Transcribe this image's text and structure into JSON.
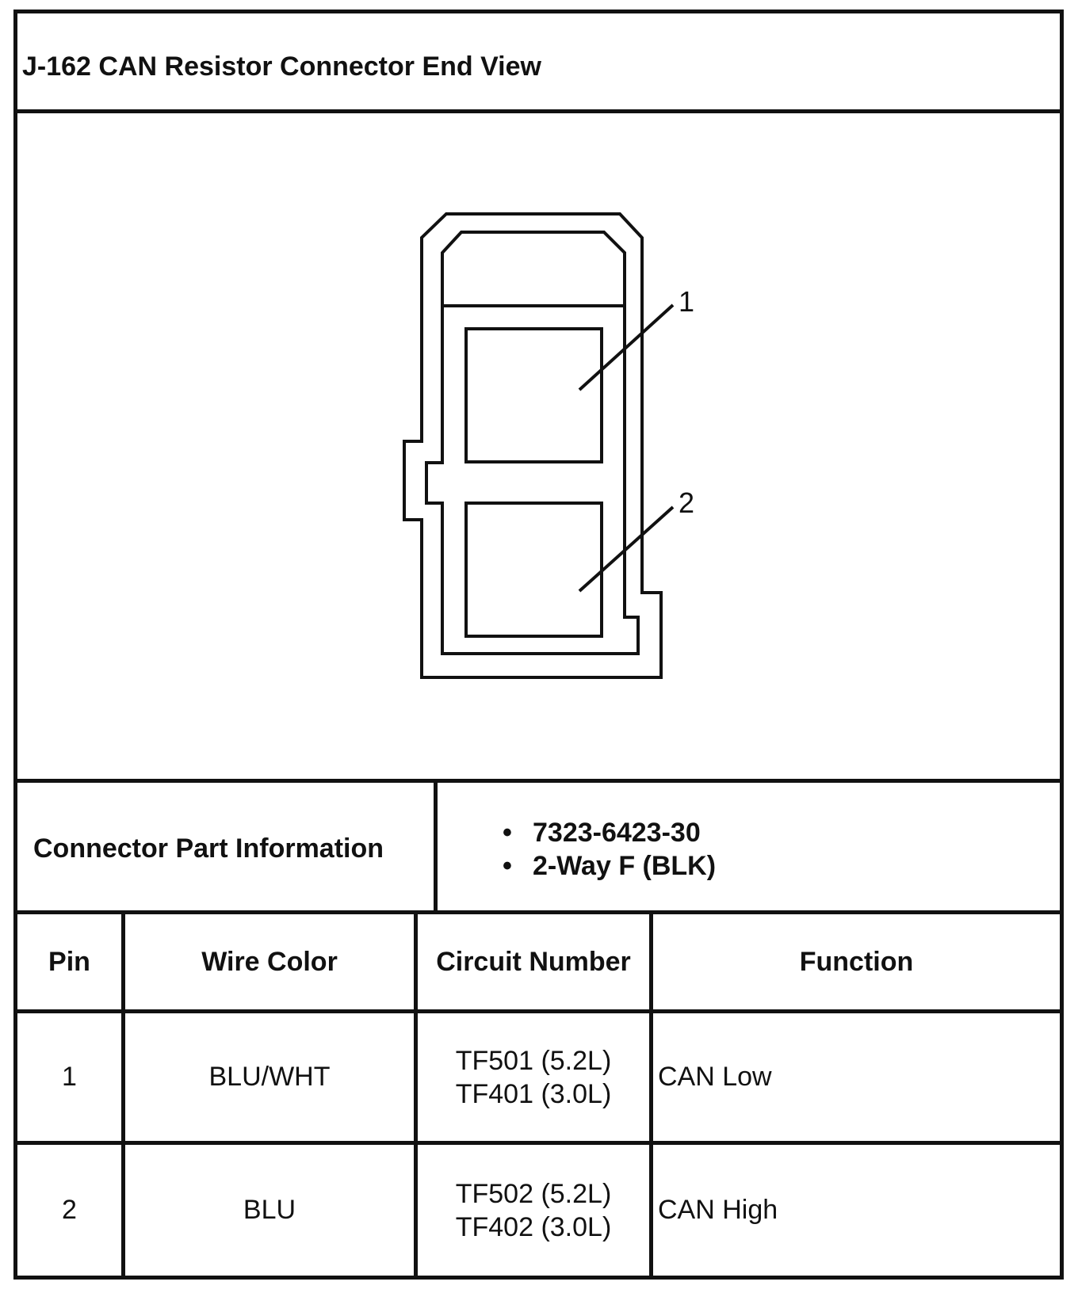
{
  "title": "J-162 CAN Resistor Connector End View",
  "diagram": {
    "pin_labels": [
      "1",
      "2"
    ]
  },
  "connector_info": {
    "label": "Connector Part Information",
    "items": [
      "7323-6423-30",
      "2-Way F (BLK)"
    ]
  },
  "table": {
    "headers": {
      "pin": "Pin",
      "wire_color": "Wire Color",
      "circuit_number": "Circuit Number",
      "function": "Function"
    },
    "rows": [
      {
        "pin": "1",
        "wire_color": "BLU/WHT",
        "circuit_lines": [
          "TF501 (5.2L)",
          "TF401 (3.0L)"
        ],
        "function": "CAN Low"
      },
      {
        "pin": "2",
        "wire_color": "BLU",
        "circuit_lines": [
          "TF502 (5.2L)",
          "TF402 (3.0L)"
        ],
        "function": "CAN High"
      }
    ]
  }
}
